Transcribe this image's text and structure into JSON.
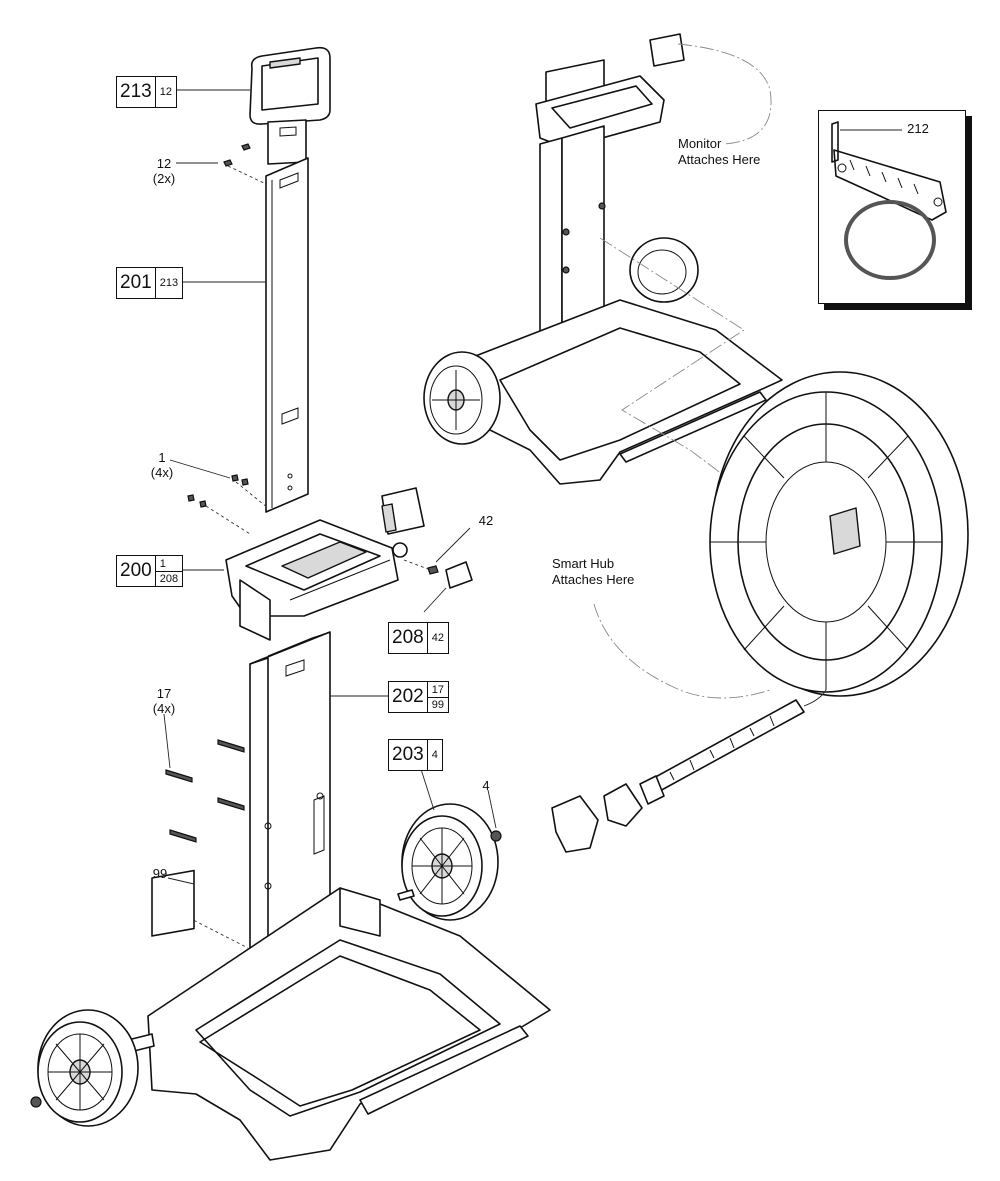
{
  "diagram": {
    "callout_boxes": [
      {
        "id": "213",
        "main": "213",
        "subs": [
          "12"
        ]
      },
      {
        "id": "201",
        "main": "201",
        "subs": [
          "213"
        ]
      },
      {
        "id": "200",
        "main": "200",
        "subs": [
          "1",
          "208"
        ]
      },
      {
        "id": "208",
        "main": "208",
        "subs": [
          "42"
        ]
      },
      {
        "id": "202",
        "main": "202",
        "subs": [
          "17",
          "99"
        ]
      },
      {
        "id": "203",
        "main": "203",
        "subs": [
          "4"
        ]
      }
    ],
    "labels": {
      "p12": "12",
      "p12_qty": "(2x)",
      "p1": "1",
      "p1_qty": "(4x)",
      "p42": "42",
      "p17": "17",
      "p17_qty": "(4x)",
      "p4": "4",
      "p99": "99",
      "p212": "212"
    },
    "notes": {
      "monitor_1": "Monitor",
      "monitor_2": "Attaches Here",
      "hub_1": "Smart Hub",
      "hub_2": "Attaches Here"
    }
  }
}
